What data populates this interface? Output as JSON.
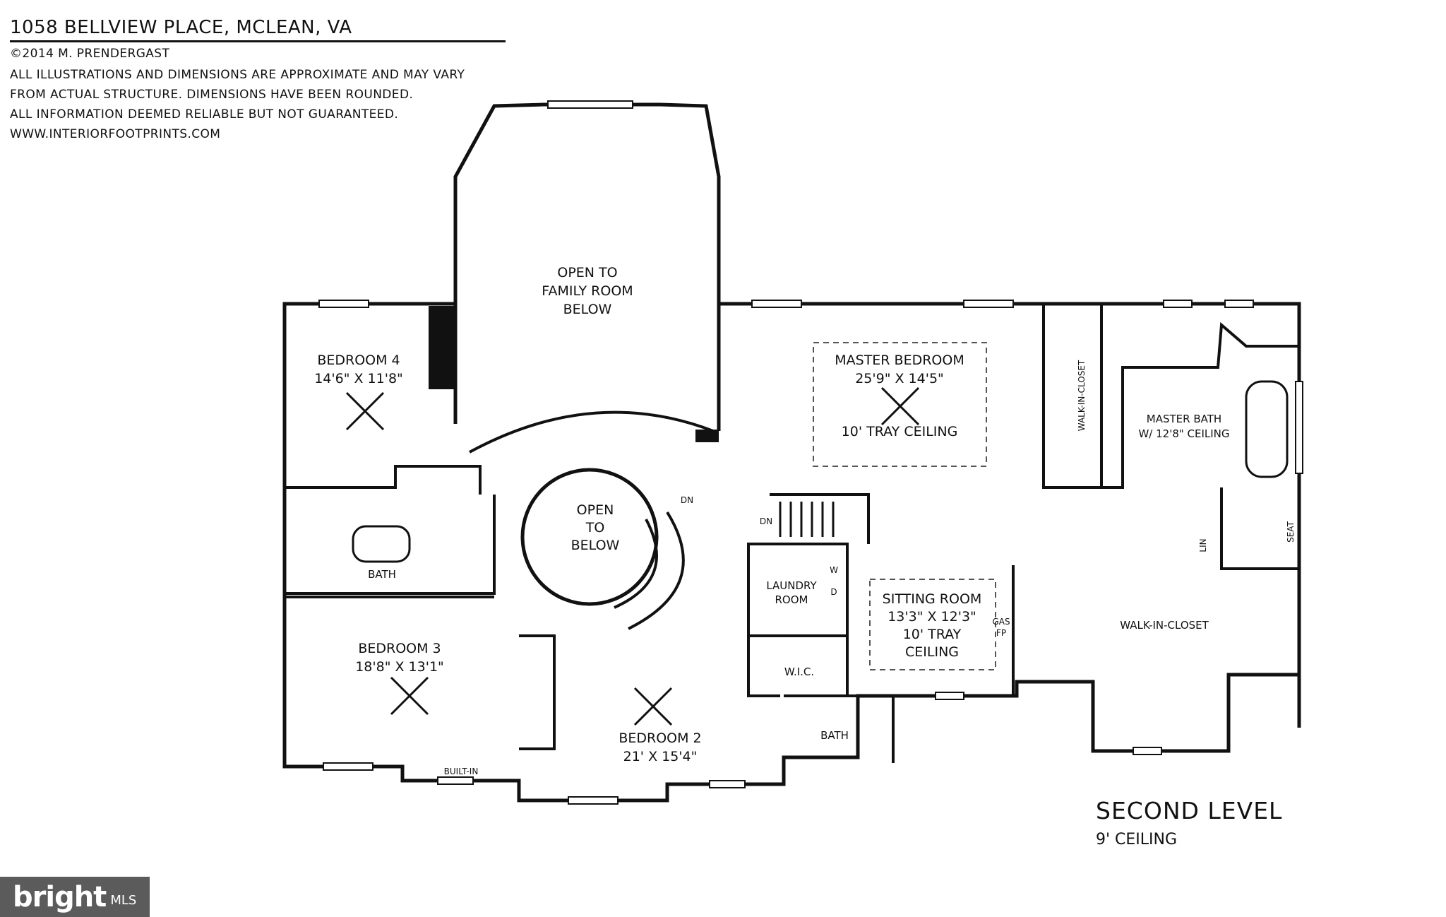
{
  "header": {
    "title": "1058 BELLVIEW PLACE, MCLEAN, VA",
    "copyright": "©2014 M. PRENDERGAST",
    "disclaimer_1": "ALL ILLUSTRATIONS AND DIMENSIONS ARE APPROXIMATE AND MAY VARY",
    "disclaimer_2": "FROM ACTUAL STRUCTURE. DIMENSIONS HAVE BEEN ROUNDED.",
    "disclaimer_3": "ALL INFORMATION DEEMED RELIABLE BUT NOT GUARANTEED.",
    "website": "WWW.INTERIORFOOTPRINTS.COM"
  },
  "rooms": {
    "open_family_1": "OPEN TO",
    "open_family_2": "FAMILY ROOM",
    "open_family_3": "BELOW",
    "bedroom4_name": "BEDROOM 4",
    "bedroom4_dims": "14'6\" X 11'8\"",
    "master_name": "MASTER BEDROOM",
    "master_dims": "25'9\" X 14'5\"",
    "master_ceiling": "10' TRAY CEILING",
    "walkin_closet_vertical": "WALK-IN-CLOSET",
    "master_bath_1": "MASTER BATH",
    "master_bath_2": "W/ 12'8\" CEILING",
    "open_below_1": "OPEN",
    "open_below_2": "TO",
    "open_below_3": "BELOW",
    "dn_stair_1": "DN",
    "dn_stair_2": "DN",
    "bath_left": "BATH",
    "laundry_1": "LAUNDRY",
    "laundry_2": "ROOM",
    "washer": "W",
    "dryer": "D",
    "sitting_name": "SITTING ROOM",
    "sitting_dims": "13'3\" X 12'3\"",
    "sitting_ceiling_1": "10' TRAY",
    "sitting_ceiling_2": "CEILING",
    "gas_1": "GAS",
    "gas_2": "FP",
    "lin": "LIN",
    "seat": "SEAT",
    "walkin_closet_big": "WALK-IN-CLOSET",
    "bedroom3_name": "BEDROOM 3",
    "bedroom3_dims": "18'8\" X 13'1\"",
    "wic": "W.I.C.",
    "bedroom2_name": "BEDROOM 2",
    "bedroom2_dims": "21' X 15'4\"",
    "bath_right": "BATH",
    "built_in": "BUILT-IN"
  },
  "footer": {
    "level": "SECOND LEVEL",
    "ceiling": "9' CEILING"
  },
  "logo": {
    "main": "bright",
    "sub": "MLS"
  }
}
